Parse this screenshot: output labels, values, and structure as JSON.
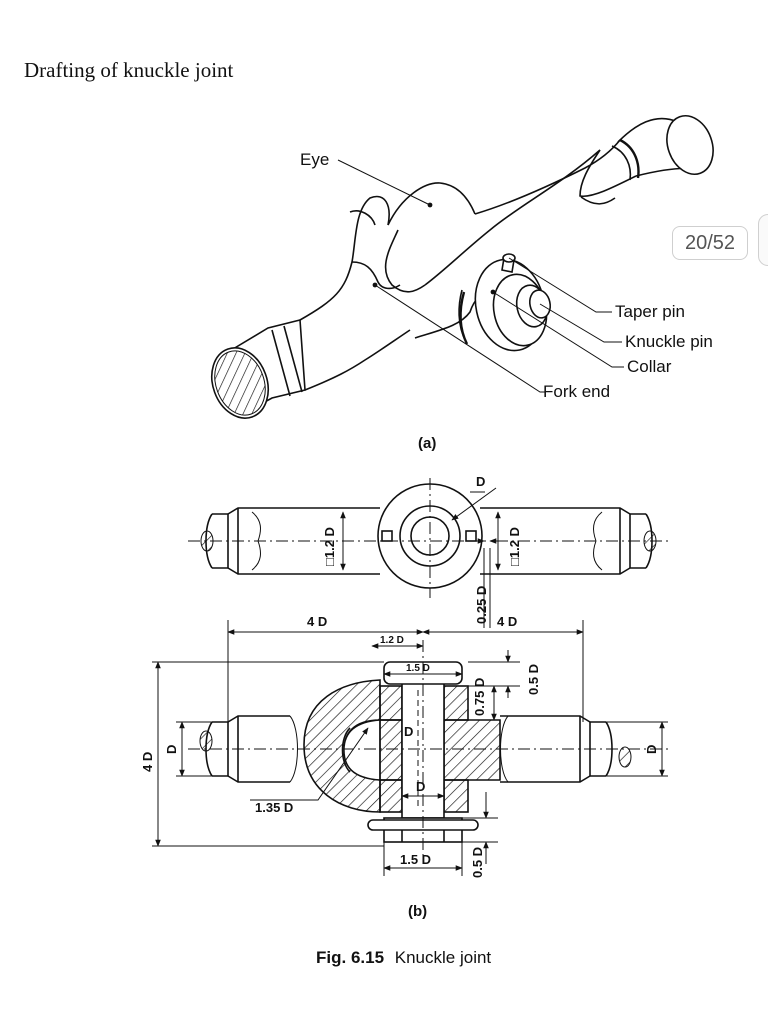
{
  "page": {
    "heading": "Drafting of knuckle joint",
    "page_indicator": "20/52"
  },
  "figure": {
    "caption_prefix": "Fig. 6.15",
    "caption_text": "Knuckle joint",
    "view_a_label": "(a)",
    "view_b_label": "(b)",
    "part_labels": {
      "eye": "Eye",
      "taper_pin": "Taper pin",
      "knuckle_pin": "Knuckle pin",
      "collar": "Collar",
      "fork_end": "Fork end"
    },
    "dimensions": {
      "d": "D",
      "four_d": "4 D",
      "one_two_d": "1.2 D",
      "sq_one_two_d": "□1.2 D",
      "quarter_d": "0.25 D",
      "one_five_d": "1.5 D",
      "half_d": "0.5 D",
      "three_quarter_d": "0.75 D",
      "one_three_five_d": "1.35 D"
    }
  }
}
